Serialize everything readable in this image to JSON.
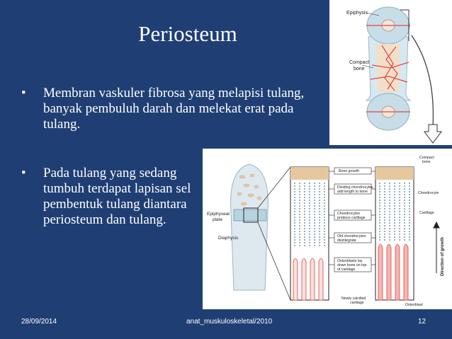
{
  "slide": {
    "title": "Periosteum",
    "bullets": [
      "Membran vaskuler fibrosa yang melapisi tulang, banyak pembuluh darah dan melekat erat pada tulang.",
      "Pada tulang yang sedang tumbuh terdapat lapisan sel pembentuk tulang diantara periosteum dan tulang."
    ],
    "bullet_glyph": "•",
    "footer": {
      "date": "28/09/2014",
      "center": "anat_muskuloskeletal/2010",
      "page": "12"
    }
  },
  "figure_top": {
    "labels": {
      "epiphysis": "Epiphysis",
      "compact_1": "Compact",
      "compact_2": "bone"
    }
  },
  "figure_main": {
    "labels": {
      "epiphyseal_1": "Epiphyseal",
      "epiphyseal_2": "plate",
      "diaphysis": "Diaphysis",
      "bone_growth": "Bone growth",
      "dividing_1": "Dividing chondrocytes",
      "dividing_2": "add length to bone",
      "chondrocytes_1": "Chondrocytes",
      "chondrocytes_2": "produce cartilage",
      "old_1": "Old chondrocytes",
      "old_2": "disintegrate",
      "osteo_1": "Osteoblasts lay",
      "osteo_2": "down bone on top",
      "osteo_3": "of cartilage",
      "compact_1": "Compact",
      "compact_2": "bone",
      "chondrocyte": "Chondrocyte",
      "cartilage": "Cartilage",
      "direction": "Direction of growth",
      "newly_1": "Newly calcified",
      "newly_2": "cartilage",
      "osteoblast": "Osteoblast"
    }
  },
  "colors": {
    "background": "#1f3f74",
    "text": "#ffffff",
    "bone": "#cfe4ee",
    "red": "#e04848",
    "tan": "#e9c9a0"
  }
}
